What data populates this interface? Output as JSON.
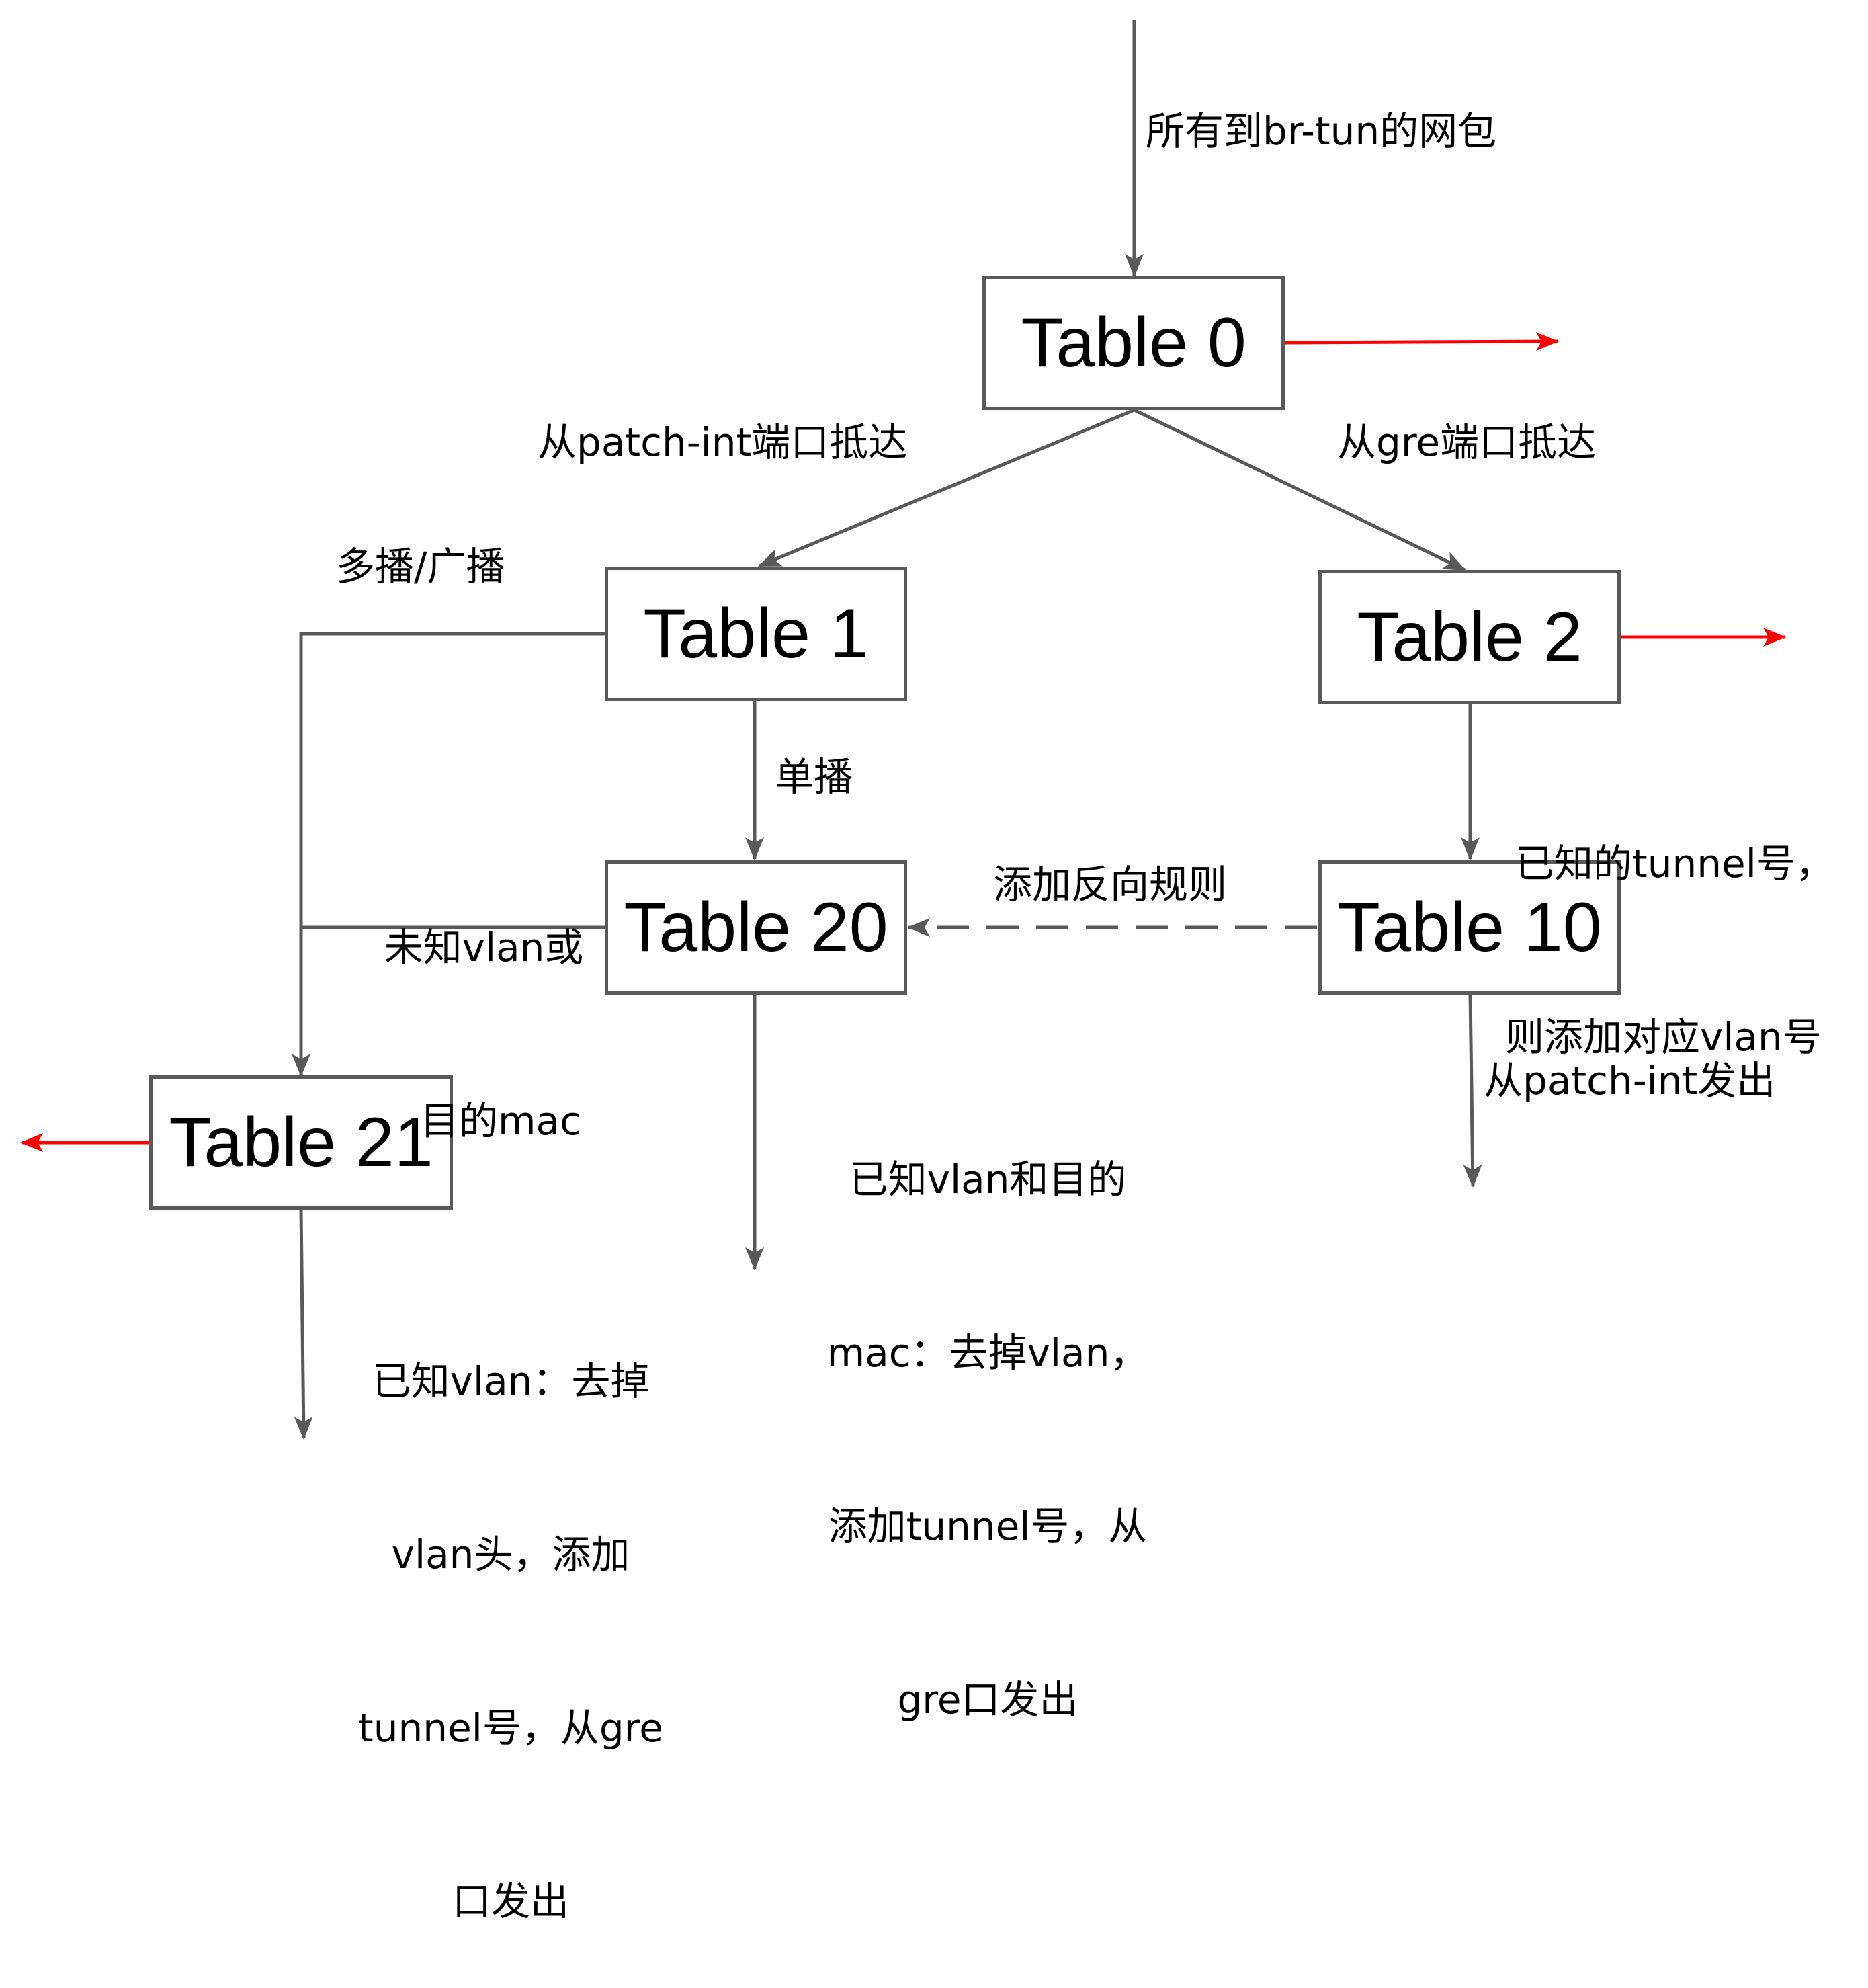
{
  "diagram": {
    "tables": {
      "t0": "Table 0",
      "t1": "Table 1",
      "t2": "Table 2",
      "t20": "Table 20",
      "t10": "Table 10",
      "t21": "Table 21"
    },
    "labels": {
      "all_packets": "所有到br-tun的网包",
      "from_patch_int": "从patch-int端口抵达",
      "from_gre": "从gre端口抵达",
      "multicast_broadcast": "多播/广播",
      "unicast": "单播",
      "unknown_vlan_mac_1": "未知vlan或",
      "unknown_vlan_mac_2": "目的mac",
      "add_reverse_rule": "添加反向规则",
      "known_tunnel_1": "已知的tunnel号，",
      "known_tunnel_2": "则添加对应vlan号",
      "out_patch_int": "从patch-int发出",
      "known_vlan_mac_1": "已知vlan和目的",
      "known_vlan_mac_2": "mac：去掉vlan，",
      "known_vlan_mac_3": "添加tunnel号，从",
      "known_vlan_mac_4": "gre口发出",
      "known_vlan_1": "已知vlan：去掉",
      "known_vlan_2": "vlan头，添加",
      "known_vlan_3": "tunnel号，从gre",
      "known_vlan_4": "口发出"
    },
    "colors": {
      "line": "#595959",
      "drop_arrow": "#ff0000",
      "text": "#000000"
    }
  }
}
